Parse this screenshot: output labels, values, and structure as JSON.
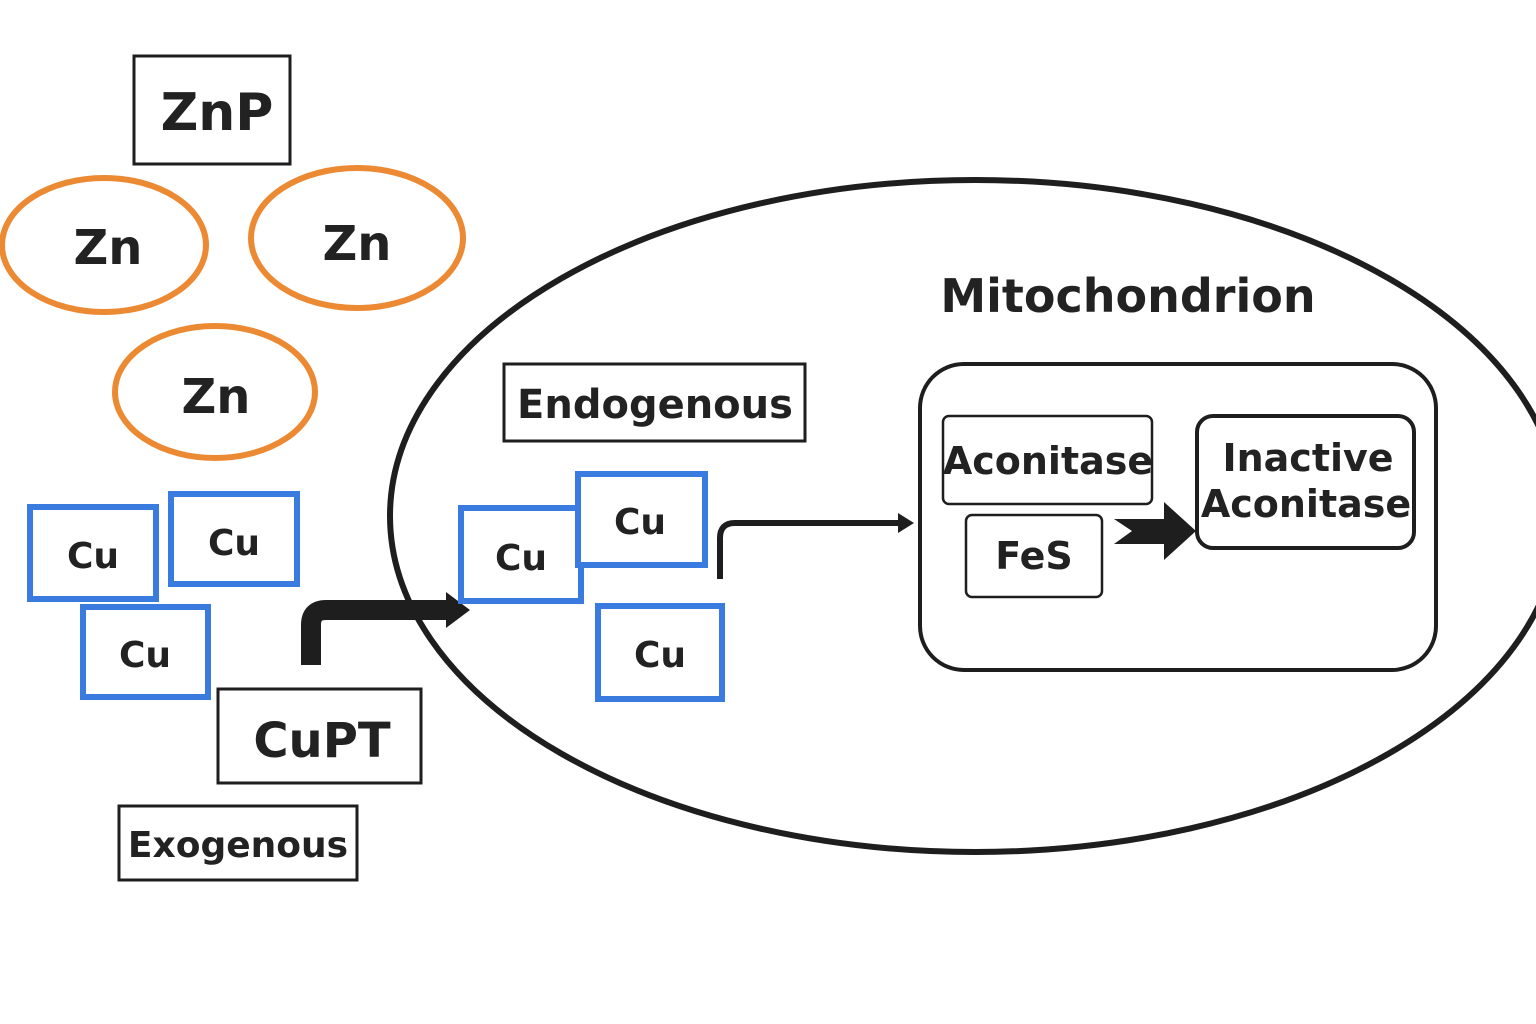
{
  "labels": {
    "znp": "ZnP",
    "zn": "Zn",
    "cu": "Cu",
    "cupt": "CuPT",
    "exogenous": "Exogenous",
    "endogenous": "Endogenous",
    "mitochondrion": "Mitochondrion",
    "aconitase": "Aconitase",
    "fes": "FeS",
    "inactive_line1": "Inactive",
    "inactive_line2": "Aconitase"
  },
  "colors": {
    "zn_outline": "#ec8a34",
    "cu_outline": "#3a7be0",
    "line": "#1e1e1e",
    "text": "#222222"
  }
}
